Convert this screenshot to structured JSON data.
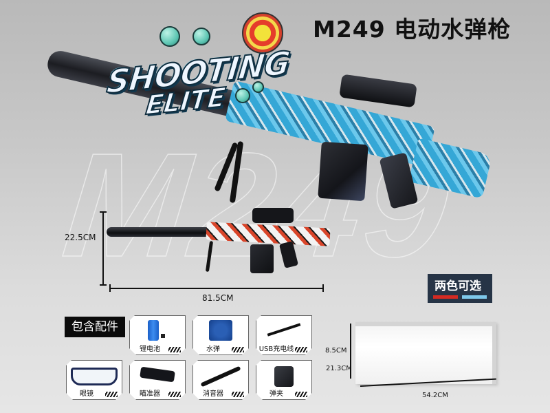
{
  "title": "M249 电动水弹枪",
  "watermark": "M249",
  "logo": {
    "line1": "SHOOTING",
    "line2": "ELITE"
  },
  "gun_dimensions": {
    "height": "22.5CM",
    "length": "81.5CM"
  },
  "color_options": {
    "label": "两色可选",
    "colors": [
      "#d42a22",
      "#7ec8ea"
    ]
  },
  "accessories": {
    "title": "包含配件",
    "items": [
      {
        "label": "锂电池",
        "icon": "battery-icon"
      },
      {
        "label": "水弹",
        "icon": "water-beads-icon"
      },
      {
        "label": "USB充电线",
        "icon": "usb-cable-icon"
      },
      {
        "label": "眼镜",
        "icon": "goggles-icon"
      },
      {
        "label": "瞄准器",
        "icon": "scope-icon"
      },
      {
        "label": "消音器",
        "icon": "silencer-icon"
      },
      {
        "label": "弹夹",
        "icon": "magazine-icon"
      }
    ]
  },
  "box_dimensions": {
    "height": "8.5CM",
    "depth": "21.3CM",
    "length": "54.2CM"
  }
}
